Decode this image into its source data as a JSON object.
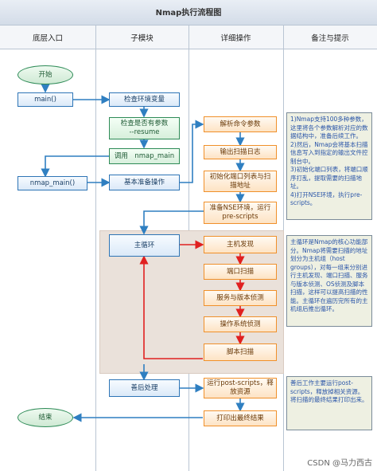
{
  "title": "Nmap执行流程图",
  "lanes": [
    "底层入口",
    "子模块",
    "详细操作",
    "备注与提示"
  ],
  "nodes": {
    "start": "开始",
    "main": "main()",
    "check_env": "检查环境变量",
    "check_resume": "检查是否有参数\n--resume",
    "call_nmap_main": "调用　nmap_main",
    "nmap_main": "nmap_main()",
    "basic_prep": "基本准备操作",
    "parse_args": "解析命令参数",
    "output_log": "输出扫描日志",
    "init_ports": "初始化端口列表与扫\n描地址",
    "nse_env": "准备NSE环境，运行\npre-scripts",
    "main_loop": "主循环",
    "host_discovery": "主机发现",
    "port_scan": "端口扫描",
    "service_detect": "服务与版本侦测",
    "os_detect": "操作系统侦测",
    "script_scan": "脚本扫描",
    "post_process": "善后处理",
    "post_scripts": "运行post-scripts，释\n放资源",
    "print_results": "打印出最终结果",
    "end": "结束"
  },
  "notes": {
    "note1": "1)Nmap支持100多种参数，这里将各个参数解析对应的数据结构中，准备后续工作。\n2)然后，Nmap会将基本扫描信息写入到指定的输出文件控制台中。\n3)初始化端口列表，将端口顺序打乱，提取需要的扫描地址。\n4)打开NSE环境，执行pre-scripts。",
    "note2": "主循环是Nmap的核心功能部分。Nmap将需要扫描的地址划分为主机组（host groups），对每一组来分别进行主机发现、端口扫描、服务与版本侦测、OS侦测及脚本扫描，这样可以提高扫描的性能。主循环在遍历完所有的主机组后推出循环。",
    "note3": "善后工作主要运行post-scripts，释放掉相关资源。将扫描的最终结果打印出来。"
  },
  "watermark": "CSDN @马力西古"
}
